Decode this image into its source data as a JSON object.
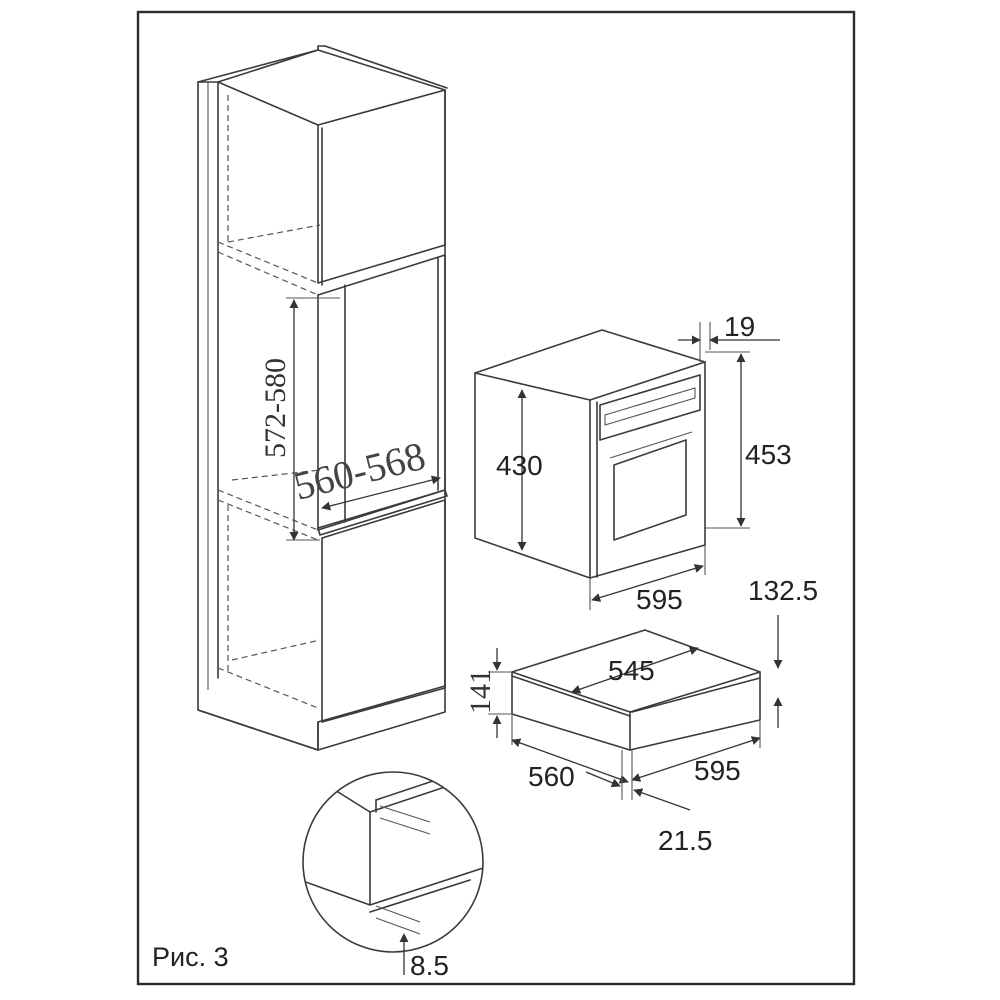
{
  "figure": {
    "caption": "Рис. 3"
  },
  "cabinet": {
    "niche_height": "572-580",
    "niche_width": "560-568"
  },
  "oven": {
    "body_height": "430",
    "total_height": "453",
    "front_thickness": "19",
    "width": "595"
  },
  "compact": {
    "height": "141",
    "front_height": "132.5",
    "depth": "545",
    "body_width": "560",
    "front_width": "595",
    "offset": "21.5"
  },
  "detail": {
    "gap": "8.5"
  }
}
